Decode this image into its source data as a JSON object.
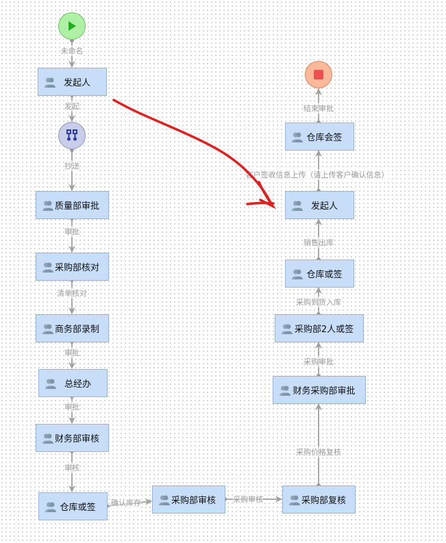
{
  "nodes": {
    "start": "start",
    "end": "end",
    "initiator_top": "发起人",
    "quality": "质量部审批",
    "purchase_check": "采购部核对",
    "commerce": "商务部录制",
    "gm": "总经办",
    "finance": "财务部审核",
    "warehouse_or_left": "仓库或签",
    "purchase_review": "采购部审核",
    "purchase_recheck": "采购部复核",
    "finance_purchase": "财务采购部审批",
    "purchase_2": "采购部2人或签",
    "warehouse_or_right": "仓库或签",
    "initiator_right": "发起人",
    "warehouse_countersign": "仓库会签"
  },
  "edges": {
    "e1": "未命名",
    "e2": "发起",
    "e3": "抄送",
    "e4": "审批",
    "e5": "清单核对",
    "e6": "审批",
    "e7": "审批",
    "e8": "审核",
    "e9": "确认库存",
    "e10": "采购审核",
    "e11": "采购价格复核",
    "e12": "采购审批",
    "e13": "采购到货入库",
    "e14": "销售出库",
    "e15": "客户签收信息上传（请上传客户确认信息）",
    "e16": "结束审批"
  },
  "colors": {
    "node_fill": "#c7ddf8",
    "node_border": "#8fb5e6",
    "edge": "#a0a0a0",
    "annotation": "#e02020",
    "start": "#aef0a6",
    "end": "#fbb99a"
  }
}
